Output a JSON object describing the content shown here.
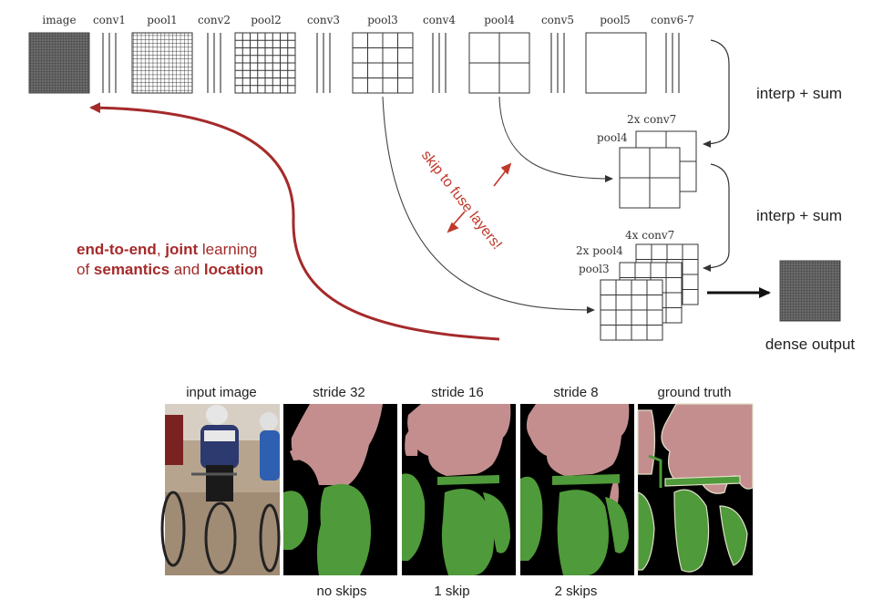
{
  "top_layers": [
    "image",
    "conv1",
    "pool1",
    "conv2",
    "pool2",
    "conv3",
    "pool3",
    "conv4",
    "pool4",
    "conv5",
    "pool5",
    "conv6-7"
  ],
  "fuse_labels": {
    "interp1": "interp + sum",
    "interp2": "interp + sum",
    "stack1_top": "2x conv7",
    "stack1_side": "pool4",
    "stack2_top": "4x conv7",
    "stack2_mid": "2x pool4",
    "stack2_bottom": "pool3",
    "output": "dense output"
  },
  "skip_text": "skip to fuse layers!",
  "e2e": {
    "l1_a": "end-to-end",
    "l1_b": ", ",
    "l1_c": "joint",
    "l1_d": " learning",
    "l2_a": "of ",
    "l2_b": "semantics",
    "l2_c": " and ",
    "l2_d": "location"
  },
  "panels": {
    "titles": [
      "input image",
      "stride 32",
      "stride 16",
      "stride 8",
      "ground truth"
    ],
    "captions": [
      "no skips",
      "1 skip",
      "2 skips"
    ]
  },
  "colors": {
    "accent_red": "#a52a2a",
    "skip_red": "#c0392b",
    "person": "#c48e8e",
    "bicycle": "#4f9a3a",
    "background": "#000000"
  }
}
